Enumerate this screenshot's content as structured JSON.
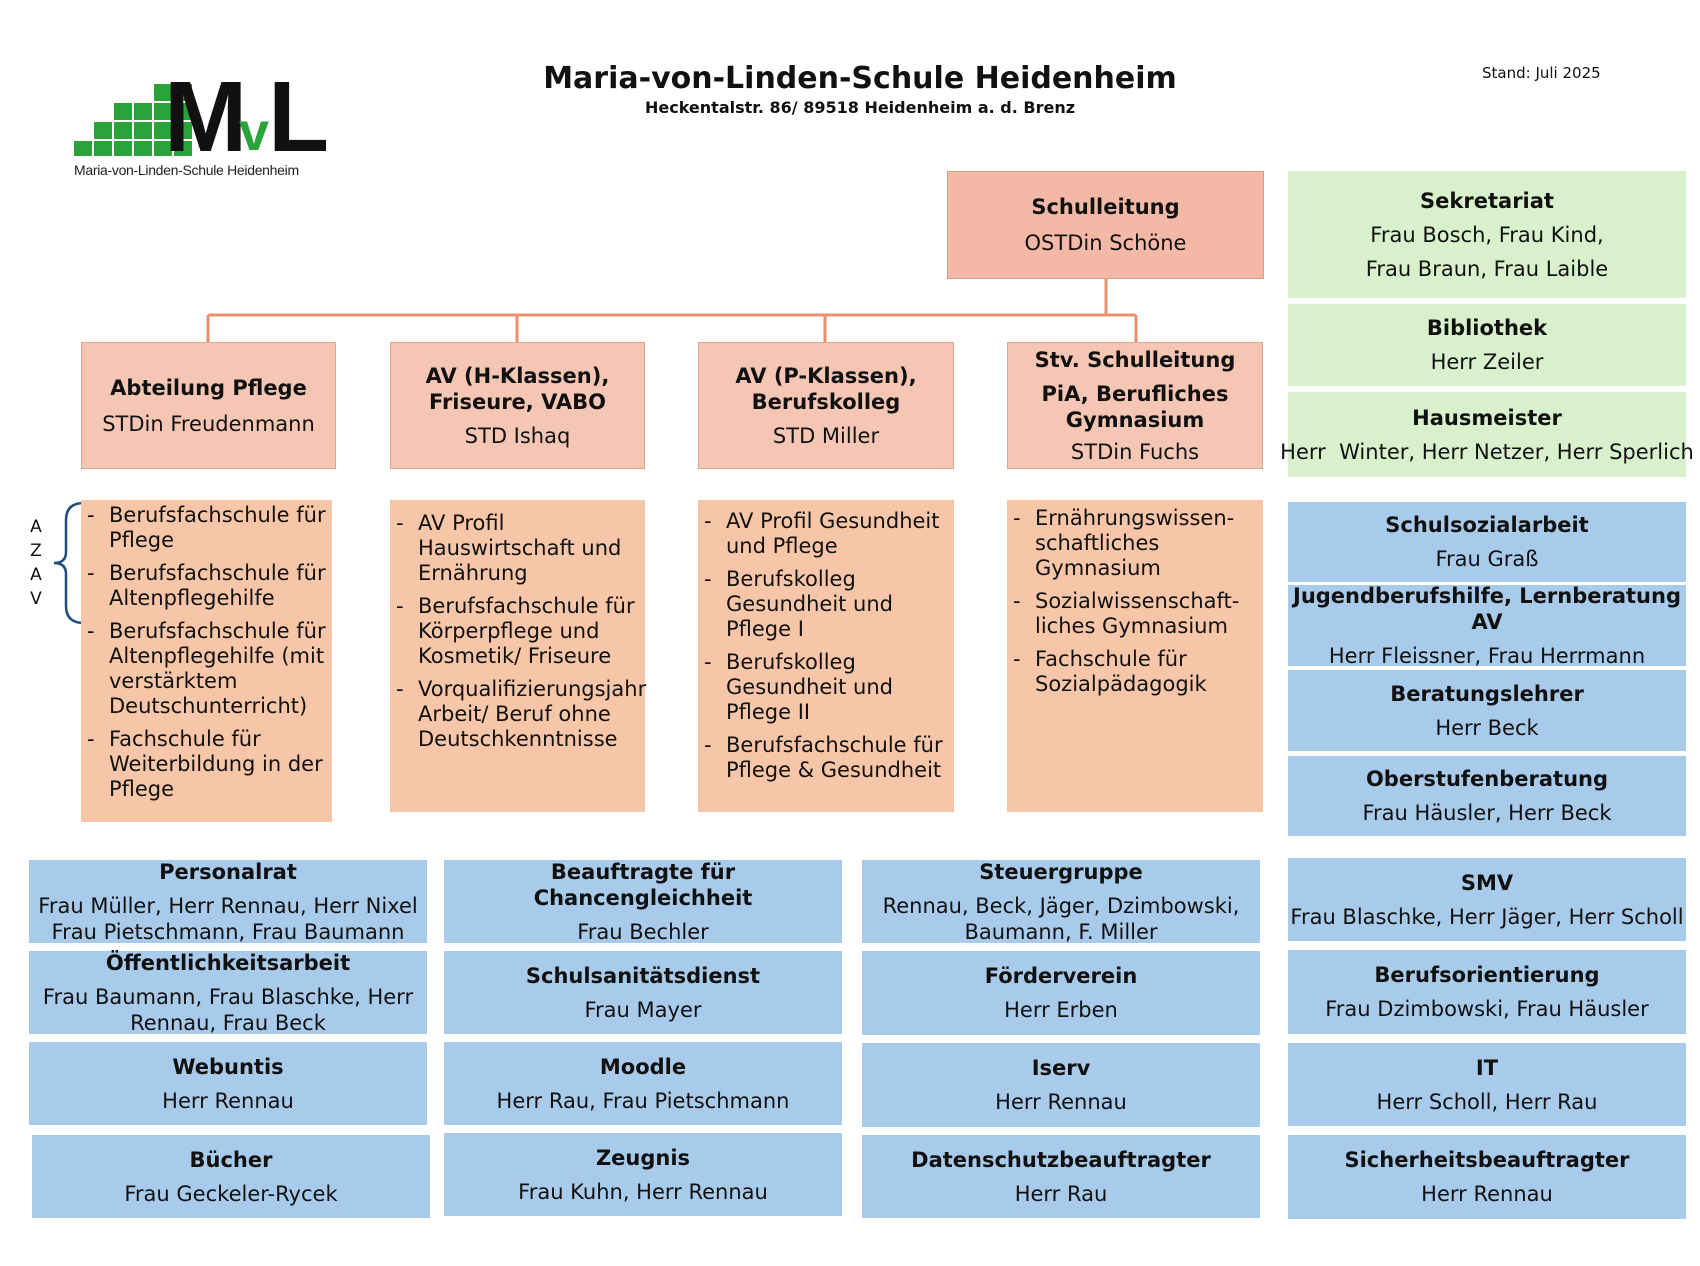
{
  "header": {
    "title": "Maria-von-Linden-Schule Heidenheim",
    "address": "Heckentalstr. 86/ 89518 Heidenheim a. d. Brenz",
    "date": "Stand: Juli 2025"
  },
  "logo": {
    "letters_mv": "M",
    "letter_v": "v",
    "letter_l": "L",
    "caption": "Maria-von-Linden-Schule Heidenheim",
    "green": "#2aa33a"
  },
  "colors": {
    "leadership": "#f4b9a6",
    "programs": "#f7c6a8",
    "service_green": "#d8f1cc",
    "service_blue": "#a9cbeb",
    "connector": "#e8916c"
  },
  "leadership": {
    "title": "Schulleitung",
    "name": "OSTDin Schöne"
  },
  "departments": [
    {
      "title": "Abteilung Pflege",
      "name": "STDin Freudenmann"
    },
    {
      "title": "AV (H-Klassen), Friseure, VABO",
      "name": "STD Ishaq"
    },
    {
      "title": "AV (P-Klassen), Berufskolleg",
      "name": "STD Miller"
    },
    {
      "title_top": "Stv. Schulleitung",
      "title": "PiA, Berufliches Gymnasium",
      "name": "STDin Fuchs"
    }
  ],
  "programs": [
    [
      "Berufsfachschule für Pflege",
      "Berufsfachschule für Altenpflegehilfe",
      "Berufsfachschule für Altenpflegehilfe (mit verstärktem Deutschunterricht)",
      "Fachschule für Weiterbildung in der Pflege"
    ],
    [
      "AV Profil Hauswirtschaft und Ernährung",
      "Berufsfachschule für Körperpflege und Kosmetik/ Friseure",
      "Vorqualifizierungsjahr Arbeit/ Beruf ohne Deutschkenntnisse"
    ],
    [
      "AV Profil Gesundheit und Pflege",
      "Berufskolleg Gesundheit und Pflege I",
      "Berufskolleg Gesundheit und Pflege II",
      "Berufsfachschule für Pflege & Gesundheit"
    ],
    [
      "Ernährungswissen-schaftliches Gymnasium",
      "Sozialwissenschaft-liches Gymnasium",
      "Fachschule für Sozialpädagogik"
    ]
  ],
  "azav": [
    "A",
    "Z",
    "A",
    "V"
  ],
  "side_green": [
    {
      "title": "Sekretariat",
      "names": [
        "Frau Bosch, Frau Kind,",
        "Frau Braun, Frau Laible"
      ]
    },
    {
      "title": "Bibliothek",
      "names": [
        "Herr Zeiler"
      ]
    },
    {
      "title": "Hausmeister",
      "names": [
        "Herr  Winter, Herr Netzer, Herr Sperlich"
      ]
    }
  ],
  "side_blue": [
    {
      "title": "Schulsozialarbeit",
      "names": [
        "Frau Graß"
      ]
    },
    {
      "title": "Jugendberufshilfe, Lernberatung AV",
      "names": [
        "Herr Fleissner, Frau Herrmann"
      ]
    },
    {
      "title": "Beratungslehrer",
      "names": [
        "Herr Beck"
      ]
    },
    {
      "title": "Oberstufenberatung",
      "names": [
        "Frau Häusler, Herr Beck"
      ]
    }
  ],
  "bottom": [
    [
      {
        "title": "Personalrat",
        "names": [
          "Frau Müller, Herr Rennau, Herr Nixel",
          "Frau Pietschmann, Frau Baumann"
        ]
      },
      {
        "title": "Öffentlichkeitsarbeit",
        "names": [
          "Frau Baumann, Frau Blaschke, Herr",
          "Rennau, Frau Beck"
        ]
      },
      {
        "title": "Webuntis",
        "names": [
          "Herr Rennau"
        ]
      },
      {
        "title": "Bücher",
        "names": [
          "Frau Geckeler-Rycek"
        ]
      }
    ],
    [
      {
        "title": "Beauftragte für Chancengleichheit",
        "names": [
          "Frau Bechler"
        ]
      },
      {
        "title": "Schulsanitätsdienst",
        "names": [
          "Frau Mayer"
        ]
      },
      {
        "title": "Moodle",
        "names": [
          "Herr Rau, Frau Pietschmann"
        ]
      },
      {
        "title": "Zeugnis",
        "names": [
          "Frau Kuhn, Herr Rennau"
        ]
      }
    ],
    [
      {
        "title": "Steuergruppe",
        "names": [
          "Rennau, Beck, Jäger, Dzimbowski,",
          "Baumann, F. Miller"
        ]
      },
      {
        "title": "Förderverein",
        "names": [
          "Herr Erben"
        ]
      },
      {
        "title": "Iserv",
        "names": [
          "Herr Rennau"
        ]
      },
      {
        "title": "Datenschutzbeauftragter",
        "names": [
          "Herr Rau"
        ]
      }
    ],
    [
      {
        "title": "SMV",
        "names": [
          "Frau Blaschke, Herr Jäger, Herr Scholl"
        ]
      },
      {
        "title": "Berufsorientierung",
        "names": [
          "Frau Dzimbowski, Frau Häusler"
        ]
      },
      {
        "title": "IT",
        "names": [
          "Herr Scholl, Herr Rau"
        ]
      },
      {
        "title": "Sicherheitsbeauftragter",
        "names": [
          "Herr Rennau"
        ]
      }
    ]
  ]
}
